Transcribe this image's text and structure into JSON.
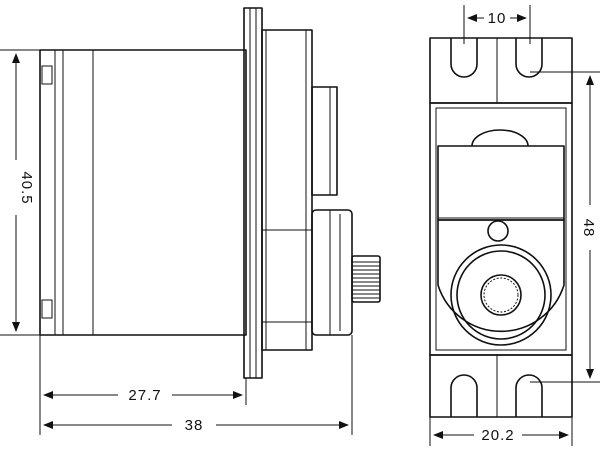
{
  "drawing": {
    "side_view": {
      "height_dim": "40.5",
      "body_length_dim": "27.7",
      "overall_length_dim": "38"
    },
    "top_view": {
      "hole_spacing_dim": "10",
      "mount_span_dim": "48",
      "width_dim": "20.2"
    }
  }
}
